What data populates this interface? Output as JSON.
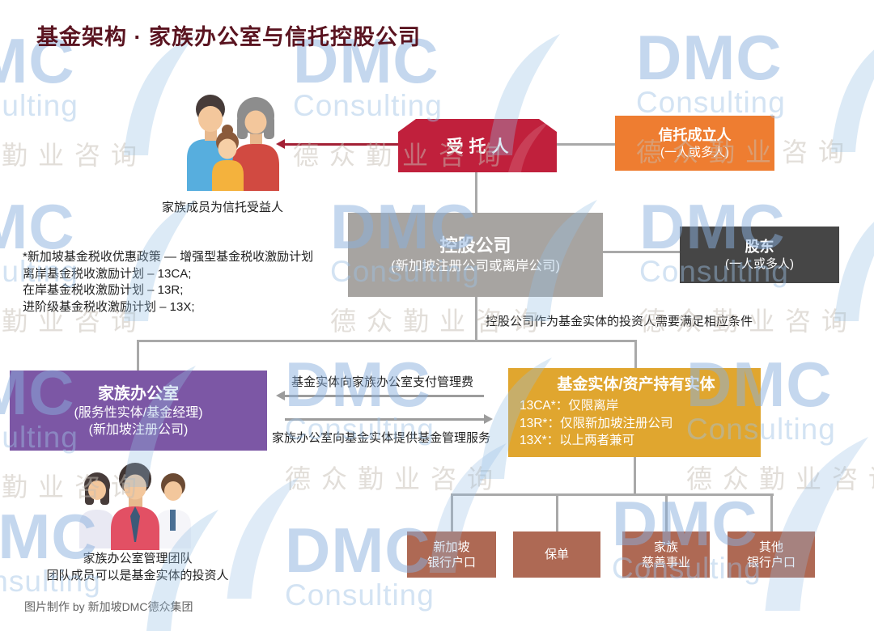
{
  "title": "基金架构 · 家族办公室与信托控股公司",
  "watermark": {
    "brand": "DMC",
    "brand_sub": "Consulting",
    "brand_cn": "德众勤业咨询"
  },
  "nodes": {
    "trustee": {
      "label": "受托人"
    },
    "settlor": {
      "title": "信托成立人",
      "subtitle": "(一人或多人)"
    },
    "holding_company": {
      "title": "控股公司",
      "subtitle": "(新加坡注册公司或离岸公司)"
    },
    "shareholder": {
      "title": "股东",
      "subtitle": "(一人或多人)"
    },
    "family_office": {
      "title": "家族办公室",
      "subtitle1": "(服务性实体/基金经理)",
      "subtitle2": "(新加坡注册公司)"
    },
    "fund_entity": {
      "title": "基金实体/资产持有实体",
      "line1": "13CA*：仅限离岸",
      "line2": "13R*：仅限新加坡注册公司",
      "line3": "13X*：以上两者兼可"
    },
    "assets": [
      {
        "line1": "新加坡",
        "line2": "银行户口"
      },
      {
        "line1": "保单"
      },
      {
        "line1": "家族",
        "line2": "慈善事业"
      },
      {
        "line1": "其他",
        "line2": "银行户口"
      }
    ]
  },
  "annotations": {
    "family_caption": "家族成员为信托受益人",
    "tax_note_line1": "*新加坡基金税收优惠政策 — 增强型基金税收激励计划",
    "tax_note_line2": "离岸基金税收激励计划 – 13CA;",
    "tax_note_line3": "在岸基金税收激励计划 – 13R;",
    "tax_note_line4": "进阶级基金税收激励计划 – 13X;",
    "holding_condition": "控股公司作为基金实体的投资人需要满足相应条件",
    "fee_flow": "基金实体向家族办公室支付管理费",
    "service_flow": "家族办公室向基金实体提供基金管理服务",
    "team_caption_line1": "家族办公室管理团队",
    "team_caption_line2": "团队成员可以是基金实体的投资人",
    "footer_credit": "图片制作 by 新加坡DMC德众集团"
  },
  "colors": {
    "title_text": "#5a1420",
    "trustee_red": "#c0203c",
    "arrow_dark_red": "#a32035",
    "settlor_orange": "#ee7d31",
    "holding_gray": "#a7a4a1",
    "shareholder_dark_gray": "#464646",
    "family_office_purple": "#7c57a5",
    "fund_gold": "#e0a62f",
    "asset_terracotta": "#ae6954",
    "connector_gray": "#a9a9a9",
    "watermark_blue": "#9ec2e5"
  }
}
